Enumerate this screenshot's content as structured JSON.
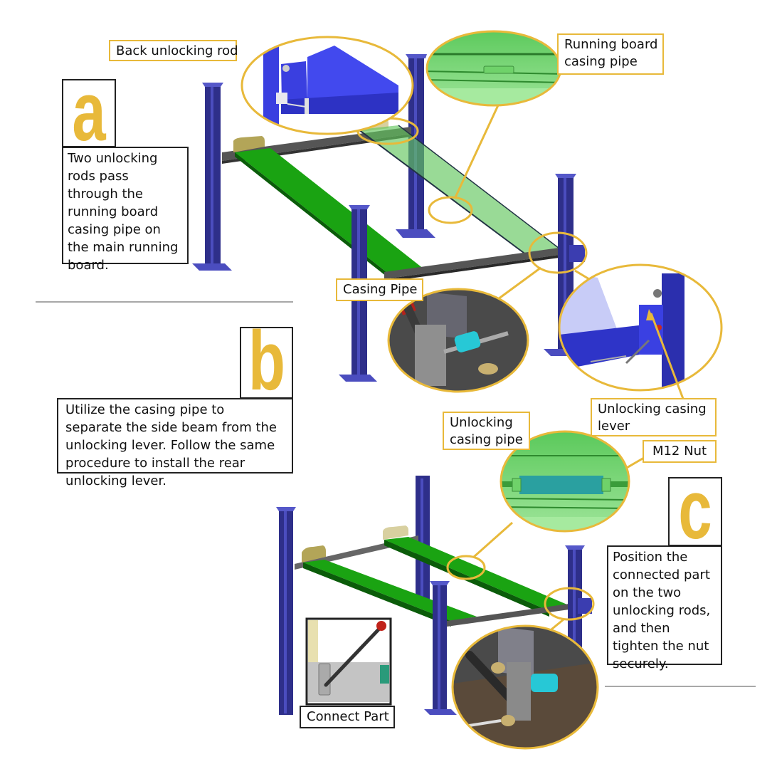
{
  "steps": [
    {
      "letter": "a",
      "description": "Two unlocking rods pass through the running board casing pipe on the main running board."
    },
    {
      "letter": "b",
      "description": "Utilize the casing pipe to separate the side beam from the unlocking lever. Follow the same procedure to install the rear unlocking lever."
    },
    {
      "letter": "c",
      "description": "Position the connected part on the two unlocking rods, and then tighten the nut securely."
    }
  ],
  "callouts": {
    "back_unlocking_rod": "Back unlocking rod",
    "running_board_casing_pipe_line1": "Running board",
    "running_board_casing_pipe_line2": "casing pipe",
    "casing_pipe": "Casing Pipe",
    "unlocking_casing_lever_line1": "Unlocking casing",
    "unlocking_casing_lever_line2": "lever",
    "unlocking_casing_pipe_line1": "Unlocking",
    "unlocking_casing_pipe_line2": "casing pipe",
    "m12_nut": "M12 Nut",
    "connect_part": "Connect Part"
  },
  "colors": {
    "accent_gold": "#e8b93a",
    "post_blue": "#2e2f8a",
    "runway_green": "#1aa312",
    "detail_blue": "#3a3fe0",
    "casing_cyan": "#27c8d6"
  }
}
